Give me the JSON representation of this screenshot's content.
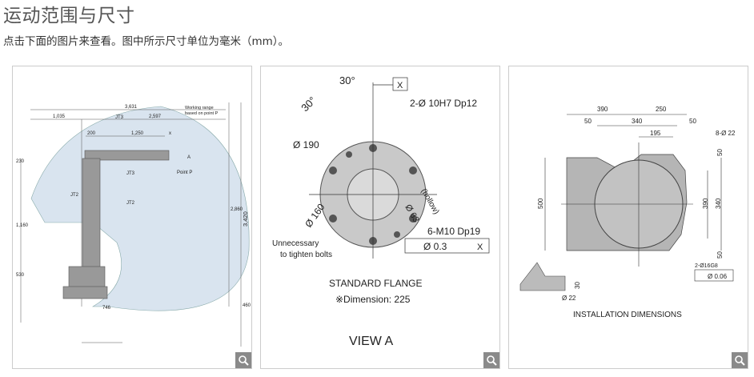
{
  "section_title": "运动范围与尺寸",
  "subtitle": "点击下面的图片来查看。图中所示尺寸单位为毫米（mm）。",
  "panels": [
    {
      "name": "working-range",
      "labels": {
        "overall_width": "3,631",
        "left_width": "1,035",
        "right_width": "2,597",
        "d200": "200",
        "d1250": "1,250",
        "dx": "x",
        "working_range": "Working range",
        "based_on": "based on point P",
        "point_a": "A",
        "point_p": "Point P",
        "jt3_top": "JT3",
        "jt3_mid": "JT3",
        "jt2_left": "JT2",
        "jt2_right": "JT2",
        "h230": "230",
        "h1160": "1,160",
        "h530": "530",
        "h2860": "2,860",
        "h3420": "3,420",
        "h460": "460",
        "w746": "746"
      }
    },
    {
      "name": "standard-flange",
      "labels": {
        "angle1": "30°",
        "angle2": "30°",
        "datum": "X",
        "holes": "2-Ø 10H7 Dp12",
        "d190": "Ø 190",
        "d160": "Ø 160",
        "hollow": "(hollow)",
        "d63": "Ø 63",
        "tap": "6-M10 Dp19",
        "tol": "Ø 0.3",
        "tol_datum": "X",
        "note1": "Unnecessary",
        "note2": "to tighten bolts",
        "caption": "STANDARD FLANGE",
        "dimension": "※Dimension:  225",
        "view": "VIEW A"
      }
    },
    {
      "name": "installation-dimensions",
      "labels": {
        "w390": "390",
        "w250": "250",
        "w50a": "50",
        "w340": "340",
        "w50b": "50",
        "w195": "195",
        "holes": "8-Ø 22",
        "h500": "500",
        "h50a": "50",
        "h390": "390",
        "h340": "340",
        "h50b": "50",
        "pins": "2-Ø16G8",
        "tol": "Ø 0.06",
        "h30": "30",
        "d22": "Ø 22",
        "caption": "INSTALLATION DIMENSIONS"
      }
    }
  ]
}
